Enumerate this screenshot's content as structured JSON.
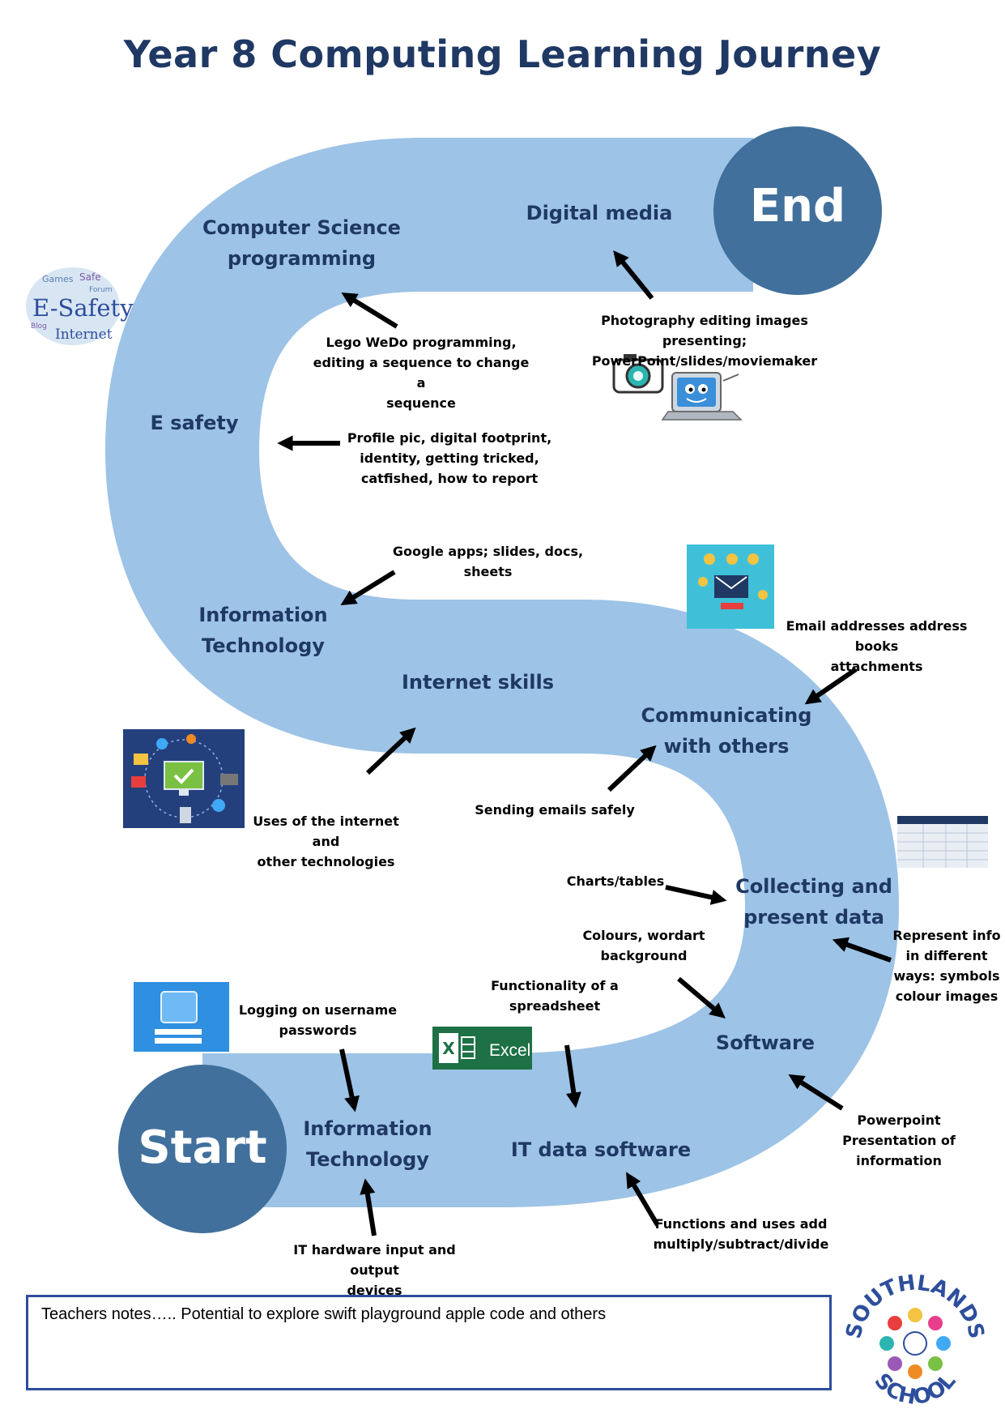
{
  "title": "Year 8 Computing Learning Journey",
  "start_label": "Start",
  "end_label": "End",
  "stages": {
    "it_start": "Information\nTechnology",
    "it_data_software": "IT data software",
    "software": "Software",
    "collecting_data": "Collecting and\npresent data",
    "communicating": "Communicating\nwith others",
    "internet_skills": "Internet skills",
    "information_technology": "Information\nTechnology",
    "e_safety": "E safety",
    "computer_science": "Computer Science\nprogramming",
    "digital_media": "Digital media"
  },
  "notes": {
    "hardware": "IT hardware input and output\ndevices",
    "logging_on": "Logging on username\npasswords",
    "functionality_spreadsheet": "Functionality of a\nspreadsheet",
    "functions": "Functions and uses add\nmultiply/subtract/divide",
    "powerpoint": "Powerpoint\nPresentation of\ninformation",
    "colours_wordart": "Colours, wordart\nbackground",
    "represent_info": "Represent info\nin different\nways: symbols\ncolour images",
    "charts_tables": "Charts/tables",
    "sending_emails": "Sending emails safely",
    "email_addresses": "Email addresses address books\nattachments",
    "uses_internet": "Uses of the internet and\nother technologies",
    "google_apps": "Google apps; slides, docs, sheets",
    "profile_pic": "Profile pic, digital footprint,\nidentity, getting tricked,\ncatfished, how to report",
    "lego_wedo": "Lego WeDo programming,\nediting a sequence to change a\nsequence",
    "photography": "Photography editing images presenting;\nPowerPoint/slides/moviemaker"
  },
  "excel_label": "Excel",
  "esafety_words": [
    "E-Safety",
    "Internet",
    "Safe",
    "Games",
    "Forum",
    "Blog"
  ],
  "school_logo": {
    "word_top": "SOUTHLANDS",
    "word_bottom": "SCHOOL"
  },
  "teacher_notes": "Teachers notes….. Potential to explore swift playground apple code and others",
  "colors": {
    "path": "#9dc3e6",
    "circle": "#41709c",
    "heading": "#1f3864",
    "notes_border": "#2e4e9c"
  }
}
